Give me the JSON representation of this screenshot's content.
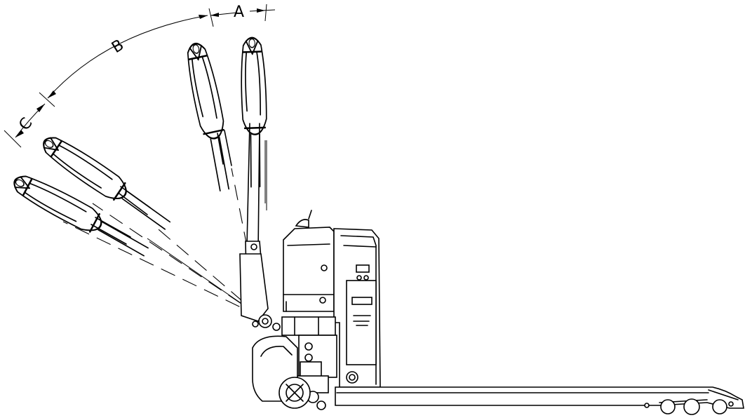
{
  "dimension_labels": {
    "a": "A",
    "b": "B",
    "c": "C"
  }
}
